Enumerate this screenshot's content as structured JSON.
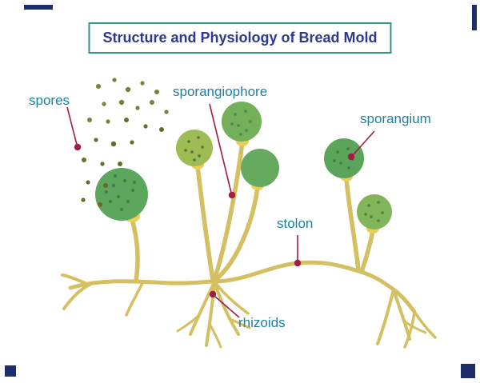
{
  "title": "Structure and Physiology of Bread Mold",
  "labels": {
    "spores": "spores",
    "sporangiophore": "sporangiophore",
    "sporangium": "sporangium",
    "stolon": "stolon",
    "rhizoids": "rhizoids"
  },
  "colors": {
    "title_text": "#2b3a8c",
    "title_border": "#2e9388",
    "label_text": "#1f7fa0",
    "pointer": "#a21c44",
    "hypha_tan": "#d4bf63",
    "columella_yellow": "#eace5a",
    "sporangium_green": "#5ca65d",
    "sporangium_light_green": "#9dbd54",
    "spore_olive": "#7e7e37",
    "corner_mark_navy": "#1c2e6b"
  }
}
